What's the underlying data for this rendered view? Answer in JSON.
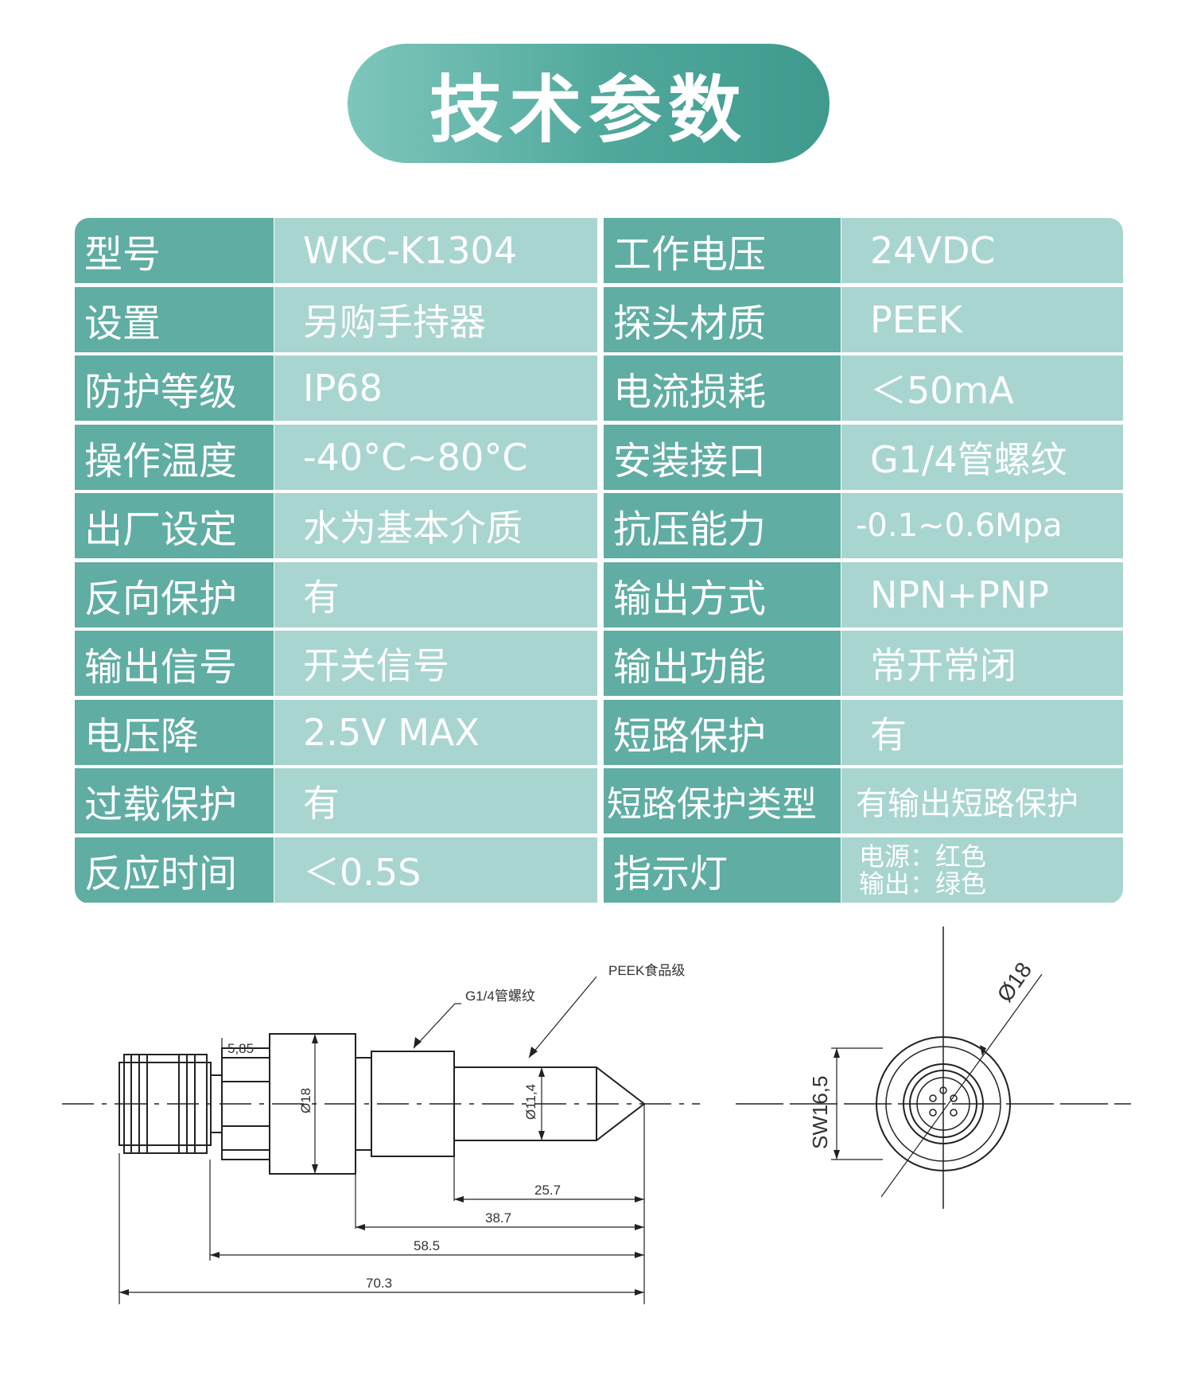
{
  "title": "技术参数",
  "specs": [
    {
      "label1": "型号",
      "value1": "WKC-K1304",
      "label2": "工作电压",
      "value2": "24VDC"
    },
    {
      "label1": "设置",
      "value1": "另购手持器",
      "label2": "探头材质",
      "value2": "PEEK"
    },
    {
      "label1": "防护等级",
      "value1": "IP68",
      "label2": "电流损耗",
      "value2": "＜50mA"
    },
    {
      "label1": "操作温度",
      "value1": "-40°C~80°C",
      "label2": "安装接口",
      "value2": "G1/4管螺纹"
    },
    {
      "label1": "出厂设定",
      "value1": "水为基本介质",
      "label2": "抗压能力",
      "value2": "-0.1~0.6Mpa"
    },
    {
      "label1": "反向保护",
      "value1": "有",
      "label2": "输出方式",
      "value2": "NPN+PNP"
    },
    {
      "label1": "输出信号",
      "value1": "开关信号",
      "label2": "输出功能",
      "value2": "常开常闭"
    },
    {
      "label1": "电压降",
      "value1": "2.5V MAX",
      "label2": "短路保护",
      "value2": "有"
    },
    {
      "label1": "过载保护",
      "value1": "有",
      "label2": "短路保护类型",
      "value2": "有输出短路保护"
    },
    {
      "label1": "反应时间",
      "value1": "＜0.5S",
      "label2": "指示灯",
      "value2_line1": "电源：红色",
      "value2_line2": "输出：绿色"
    }
  ],
  "colors": {
    "label_bg": "#5fada3",
    "value_bg": "#a8d5cf",
    "title_gradient_start": "#7ec6bc",
    "title_gradient_end": "#3f9a8d"
  },
  "drawing": {
    "callout_thread": "G1/4管螺纹",
    "callout_material": "PEEK食品级",
    "dim_585": "5,85",
    "dim_d18_side": "Ø18",
    "dim_d114": "Ø11,4",
    "dim_257": "25.7",
    "dim_387": "38.7",
    "dim_585_len": "58.5",
    "dim_703": "70.3",
    "dim_d18_end": "Ø18",
    "dim_sw165": "SW16,5"
  }
}
